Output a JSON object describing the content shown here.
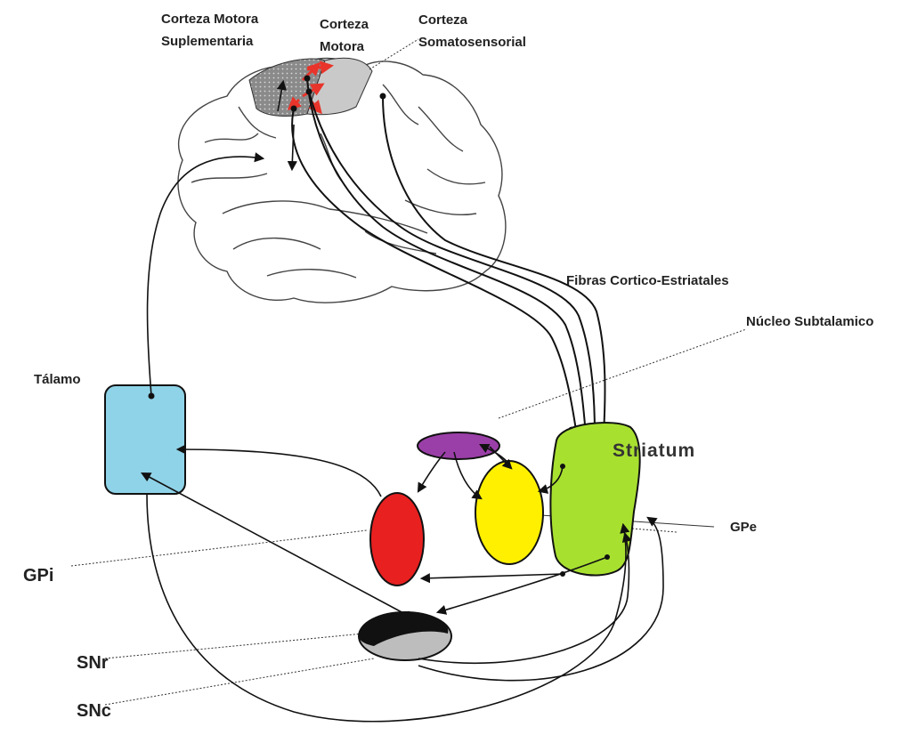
{
  "labels": {
    "sma": [
      "Corteza Motora",
      "Suplementaria"
    ],
    "motor": [
      "Corteza",
      "Motora"
    ],
    "somato": [
      "Corteza",
      "Somatosensorial"
    ],
    "fibers": "Fibras Cortico-Estriatales",
    "stn": "Núcleo Subtalamico",
    "thalamus": "Tálamo",
    "striatum": "Striatum",
    "gpe": "GPe",
    "gpi": "GPi",
    "snr": "SNr",
    "snc": "SNc"
  },
  "colors": {
    "thalamus": "#8fd3e8",
    "stn": "#9b3fa8",
    "gpi": "#e82020",
    "gpe": "#fff000",
    "striatum": "#a8e030",
    "snr": "#111111",
    "snc": "#bdbdbd",
    "cortex_arrows": "#e8342a"
  }
}
